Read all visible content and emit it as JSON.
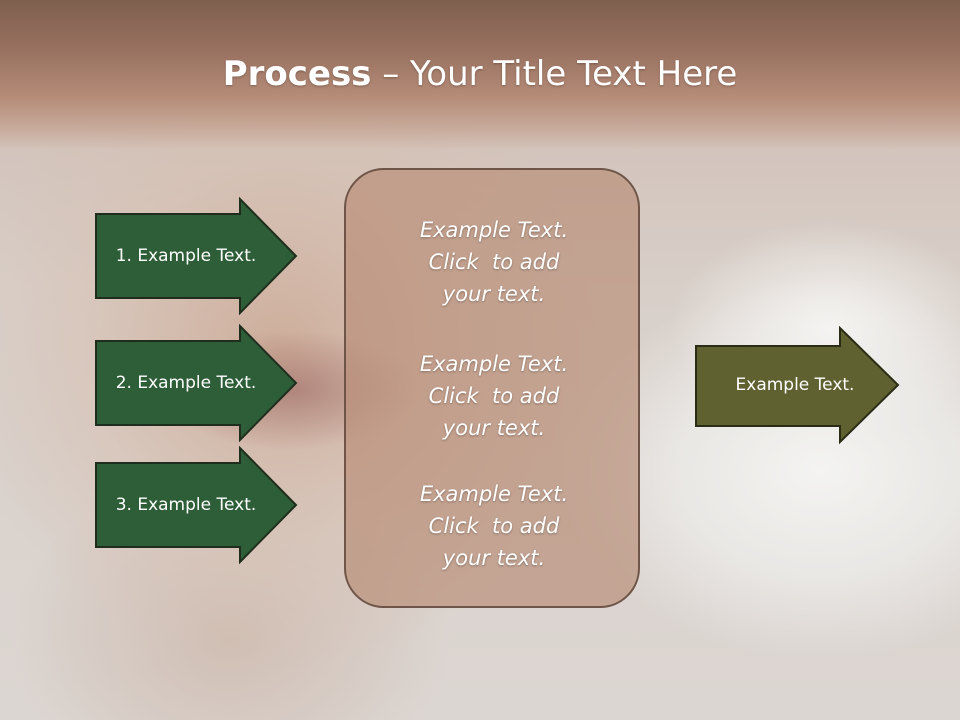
{
  "slide": {
    "title_bold": "Process",
    "title_rest": " – Your Title Text Here"
  },
  "left_arrows": [
    {
      "label": "1. Example Text."
    },
    {
      "label": "2. Example Text."
    },
    {
      "label": "3. Example Text."
    }
  ],
  "center_box": {
    "blocks": [
      {
        "line1": "Example Text.",
        "line2": "Click  to add",
        "line3": "your text."
      },
      {
        "line1": "Example Text.",
        "line2": "Click  to add",
        "line3": "your text."
      },
      {
        "line1": "Example Text.",
        "line2": "Click  to add",
        "line3": "your text."
      }
    ]
  },
  "right_arrow": {
    "label": "Example Text."
  },
  "colors": {
    "left_arrow_fill": "#2e5e38",
    "right_arrow_fill": "#5f6130",
    "arrow_stroke": "#1f2e1c",
    "center_box_fill": "#b88e78",
    "header": "#8a6554"
  }
}
